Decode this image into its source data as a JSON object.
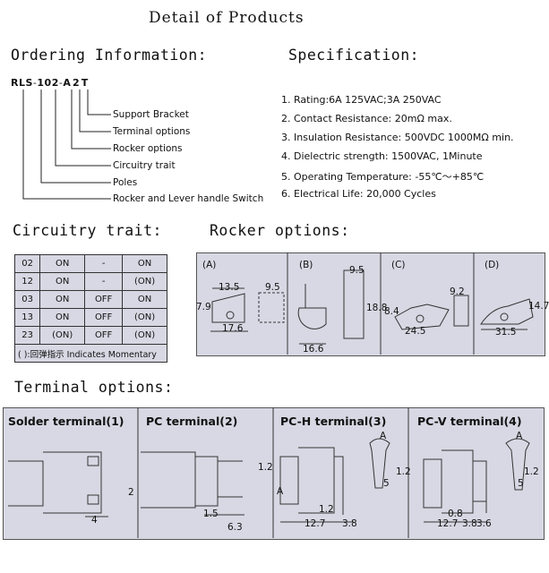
{
  "page_title": "Detail of Products",
  "ordering": {
    "heading": "Ordering Information:",
    "code": {
      "p1": "RLS",
      "d1": "-",
      "p2": "102",
      "d2": "-",
      "p3": "A",
      "p4": "2",
      "p5": "T"
    },
    "labels": [
      "Support Bracket",
      "Terminal options",
      "Rocker options",
      "Circuitry trait",
      "Poles",
      "Rocker and Lever handle Switch"
    ]
  },
  "specification": {
    "heading": "Specification:",
    "items": [
      "1. Rating:6A 125VAC;3A 250VAC",
      "2. Contact Resistance: 20mΩ max.",
      "3. Insulation Resistance: 500VDC  1000MΩ min.",
      "4. Dielectric strength: 1500VAC, 1Minute",
      "5. Operating Temperature: -55℃～+85℃",
      "6. Electrical Life: 20,000 Cycles"
    ]
  },
  "circuitry": {
    "heading": "Circuitry trait:",
    "rows": [
      [
        "02",
        "ON",
        "-",
        "ON"
      ],
      [
        "12",
        "ON",
        "-",
        "(ON)"
      ],
      [
        "03",
        "ON",
        "OFF",
        "ON"
      ],
      [
        "13",
        "ON",
        "OFF",
        "(ON)"
      ],
      [
        "23",
        "(ON)",
        "OFF",
        "(ON)"
      ]
    ],
    "note": "( ):回弹指示  Indicates Momentary"
  },
  "rocker": {
    "heading": "Rocker options:",
    "panels": [
      {
        "label": "(A)",
        "dims": [
          "13.5",
          "9.5",
          "7.9",
          "17.6"
        ]
      },
      {
        "label": "(B)",
        "dims": [
          "9.5",
          "18.8",
          "16.6"
        ]
      },
      {
        "label": "(C)",
        "dims": [
          "9.2",
          "8.4",
          "24.5"
        ]
      },
      {
        "label": "(D)",
        "dims": [
          "14.7",
          "31.5"
        ]
      }
    ]
  },
  "terminal": {
    "heading": "Terminal options:",
    "panels": [
      {
        "title": "Solder terminal(1)",
        "dims": [
          "2",
          "4"
        ]
      },
      {
        "title": "PC terminal(2)",
        "dims": [
          "1.2",
          "1.5",
          "6.3"
        ]
      },
      {
        "title": "PC-H terminal(3)",
        "dims": [
          "A",
          "A",
          "1.2",
          "1.2",
          "5",
          "12.7",
          "3.8"
        ]
      },
      {
        "title": "PC-V terminal(4)",
        "dims": [
          "A",
          "1.2",
          "5",
          "0.8",
          "12.7",
          "3.8",
          "3.6"
        ]
      }
    ]
  }
}
